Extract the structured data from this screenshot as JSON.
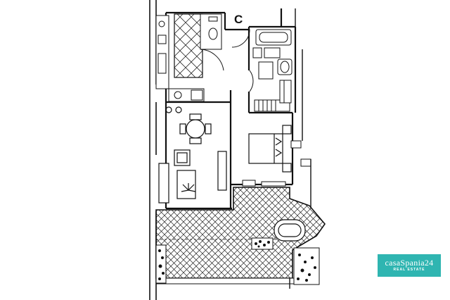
{
  "plan": {
    "unit_label": "C"
  },
  "brand": {
    "name": "casaSpania24",
    "tagline": "REAL ESTATE",
    "color": "#2fb5b1"
  }
}
